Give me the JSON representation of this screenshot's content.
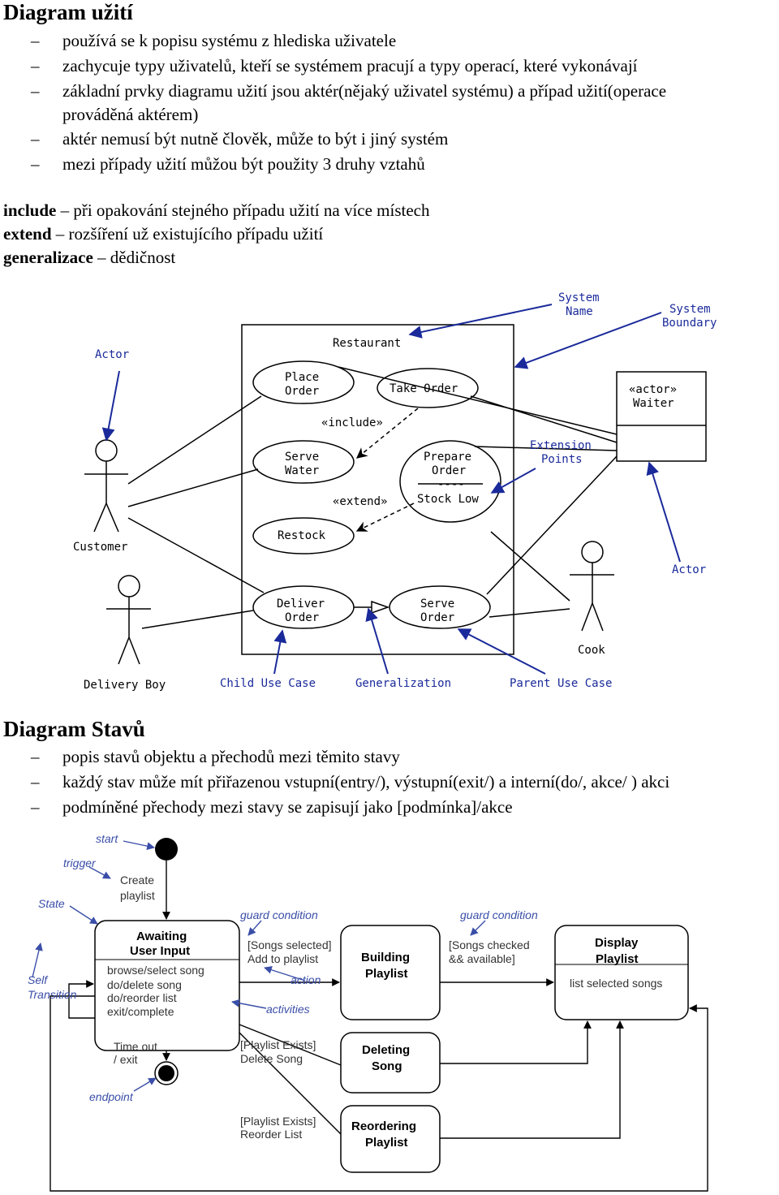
{
  "use_case": {
    "heading": "Diagram užití",
    "bullets": [
      "používá se k popisu systému z hlediska uživatele",
      "zachycuje typy uživatelů, kteří se systémem pracují a typy operací, které vykonávají",
      "základní prvky diagramu užití jsou aktér(nějaký uživatel systému) a případ užití(operace",
      "prováděná aktérem)",
      "aktér nemusí být nutně člověk, může to být i jiný systém",
      "mezi případy užití můžou být použity 3 druhy vztahů"
    ],
    "dash": "–",
    "relations": [
      {
        "term": "include",
        "text": " – při opakování stejného případu užití na více místech"
      },
      {
        "term": "extend",
        "text": " – rozšíření už existujícího případu užití"
      },
      {
        "term": "generalizace",
        "text": " – dědičnost"
      }
    ],
    "diagram": {
      "system_name": "Restaurant",
      "callouts": {
        "system_name": [
          "System",
          "Name"
        ],
        "system_boundary": [
          "System",
          "Boundary"
        ],
        "actor_top": "Actor",
        "actor_right": "Actor",
        "extension_points": [
          "Extension",
          "Points"
        ],
        "child_use_case": "Child Use Case",
        "generalization": "Generalization",
        "parent_use_case": "Parent Use Case"
      },
      "use_cases": {
        "place_order": [
          "Place",
          "Order"
        ],
        "take_order": "Take Order",
        "serve_water": [
          "Serve",
          "Water"
        ],
        "prepare_order": [
          "Prepare",
          "Order",
          "----",
          "Stock Low"
        ],
        "restock": "Restock",
        "deliver_order": [
          "Deliver",
          "Order"
        ],
        "serve_order": [
          "Serve",
          "Order"
        ]
      },
      "stereotypes": {
        "include": "«include»",
        "extend": "«extend»"
      },
      "actors": {
        "customer": "Customer",
        "delivery_boy": "Delivery Boy",
        "cook": "Cook",
        "waiter_stereotype": "«actor»",
        "waiter": "Waiter"
      }
    }
  },
  "state": {
    "heading": "Diagram Stavů",
    "bullets": [
      "popis stavů objektu a přechodů mezi těmito stavy",
      "každý stav může mít přiřazenou vstupní(entry/), výstupní(exit/) a interní(do/, akce/ ) akci",
      "podmíněné přechody mezi stavy se zapisují jako [podmínka]/akce"
    ],
    "diagram": {
      "callouts": {
        "start": "start",
        "trigger": "trigger",
        "state": "State",
        "self_transition": [
          "Self",
          "Transition"
        ],
        "guard_condition_1": "guard condition",
        "guard_condition_2": "guard condition",
        "action": "action",
        "activities": "activities",
        "endpoint": "endpoint"
      },
      "create_playlist": [
        "Create",
        "playlist"
      ],
      "awaiting": {
        "title": [
          "Awaiting",
          "User Input"
        ],
        "activities": [
          "browse/select song",
          "do/delete song",
          "do/reorder list",
          "exit/complete"
        ]
      },
      "building": [
        "Building",
        "Playlist"
      ],
      "display": {
        "title": [
          "Display",
          "Playlist"
        ],
        "activity": "list selected songs"
      },
      "deleting": [
        "Deleting",
        "Song"
      ],
      "reordering": [
        "Reordering",
        "Playlist"
      ],
      "transitions": {
        "songs_selected": [
          "[Songs selected]",
          "Add to playlist"
        ],
        "songs_checked": [
          "[Songs checked",
          "&& available]"
        ],
        "timeout": [
          "Time out",
          "/ exit"
        ],
        "delete": [
          "[Playlist Exists]",
          "Delete Song"
        ],
        "reorder": [
          "[Playlist Exists]",
          "Reorder List"
        ]
      }
    }
  }
}
